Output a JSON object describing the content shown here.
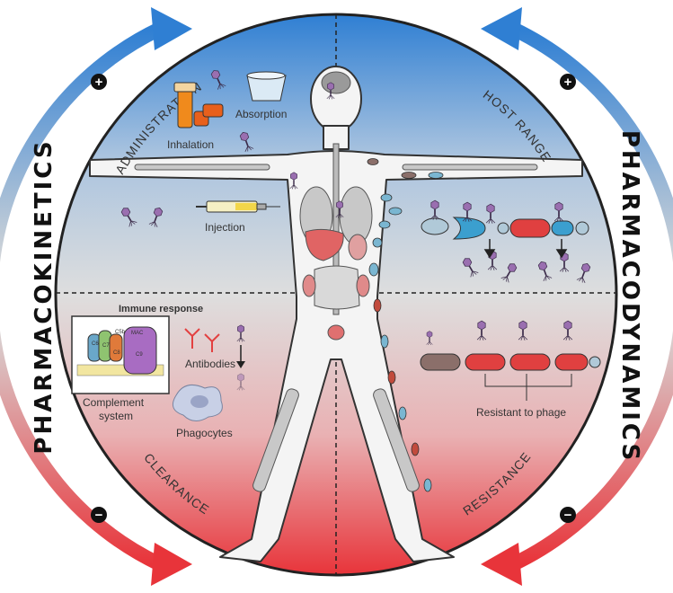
{
  "sides": {
    "left": "PHARMACOKINETICS",
    "right": "PHARMACODYNAMICS"
  },
  "quadrants": {
    "top_left": "ADMINISTRATION",
    "top_right": "HOST RANGE",
    "bottom_left": "CLEARANCE",
    "bottom_right": "RESISTANCE"
  },
  "signs": {
    "plus": "+",
    "minus": "−"
  },
  "labels": {
    "inhalation": "Inhalation",
    "absorption": "Absorption",
    "injection": "Injection",
    "immune_response": "Immune response",
    "antibodies": "Antibodies",
    "complement_line1": "Complement",
    "complement_line2": "system",
    "phagocytes": "Phagocytes",
    "resistant": "Resistant to phage",
    "mac": "MAC",
    "c5b": "C5b",
    "c9": "C9",
    "c6": "C6",
    "c7": "C7",
    "c8": "C8"
  },
  "colors": {
    "top": "#3f88d6",
    "bottom": "#e63a3f",
    "mid": "#d9d9d9"
  }
}
